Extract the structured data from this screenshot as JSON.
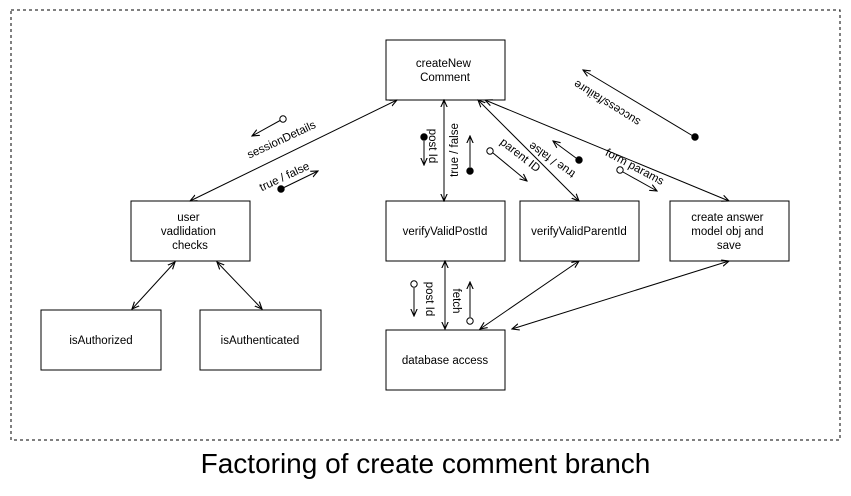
{
  "caption": "Factoring of create comment branch",
  "nodes": {
    "create_new_comment": [
      "createNew",
      "Comment"
    ],
    "user_validation": [
      "user",
      "vadlidation",
      "checks"
    ],
    "verify_valid_post_id": [
      "verifyValidPostId"
    ],
    "verify_valid_parent_id": [
      "verifyValidParentId"
    ],
    "create_answer": [
      "create answer",
      "model obj and",
      "save"
    ],
    "is_authorized": [
      "isAuthorized"
    ],
    "is_authenticated": [
      "isAuthenticated"
    ],
    "database_access": [
      "database access"
    ]
  },
  "edge_labels": {
    "session_details": "sessionDetails",
    "true_false_user": "true / false",
    "post_id_top": "post Id",
    "true_false_post": "true / false",
    "parent_id": "parent ID",
    "true_false_parent": "true / false",
    "form_params": "form params",
    "success_failure": "success/failure",
    "post_id_db": "post Id",
    "fetch": "fetch"
  }
}
